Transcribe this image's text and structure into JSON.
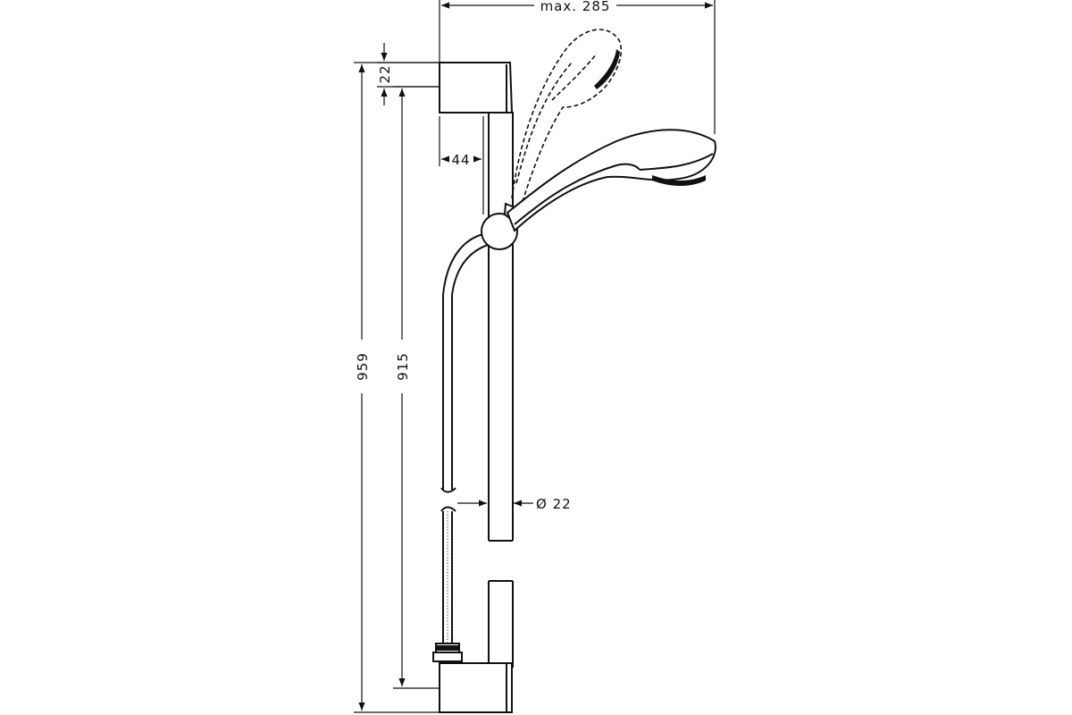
{
  "dimensions": {
    "max_width": "max. 285",
    "top_bracket": "22",
    "bracket_depth": "44",
    "rail_diameter": "Ø 22",
    "overall_height": "959",
    "bracket_spacing": "915"
  }
}
